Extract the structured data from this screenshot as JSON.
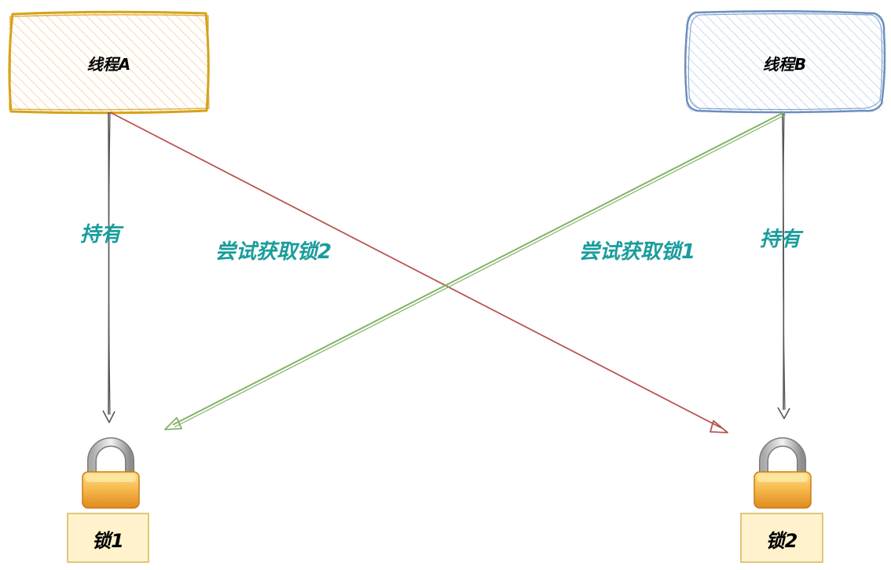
{
  "threads": {
    "a": {
      "label": "线程A",
      "stroke": "#d6a21a",
      "fill": "#fde3c8"
    },
    "b": {
      "label": "线程B",
      "stroke": "#6c8ebf",
      "fill": "#d6e2f4"
    }
  },
  "edges": {
    "a_holds": {
      "label": "持有",
      "color": "#555555"
    },
    "a_tries": {
      "label": "尝试获取锁2",
      "color": "#b85450"
    },
    "b_tries": {
      "label": "尝试获取锁1",
      "color": "#82b366"
    },
    "b_holds": {
      "label": "持有",
      "color": "#555555"
    }
  },
  "locks": {
    "lock1": {
      "label": "锁1"
    },
    "lock2": {
      "label": "锁2"
    },
    "box_fill": "#fff2cc",
    "box_stroke": "#d6b656"
  },
  "label_color": "#1a9c9c"
}
